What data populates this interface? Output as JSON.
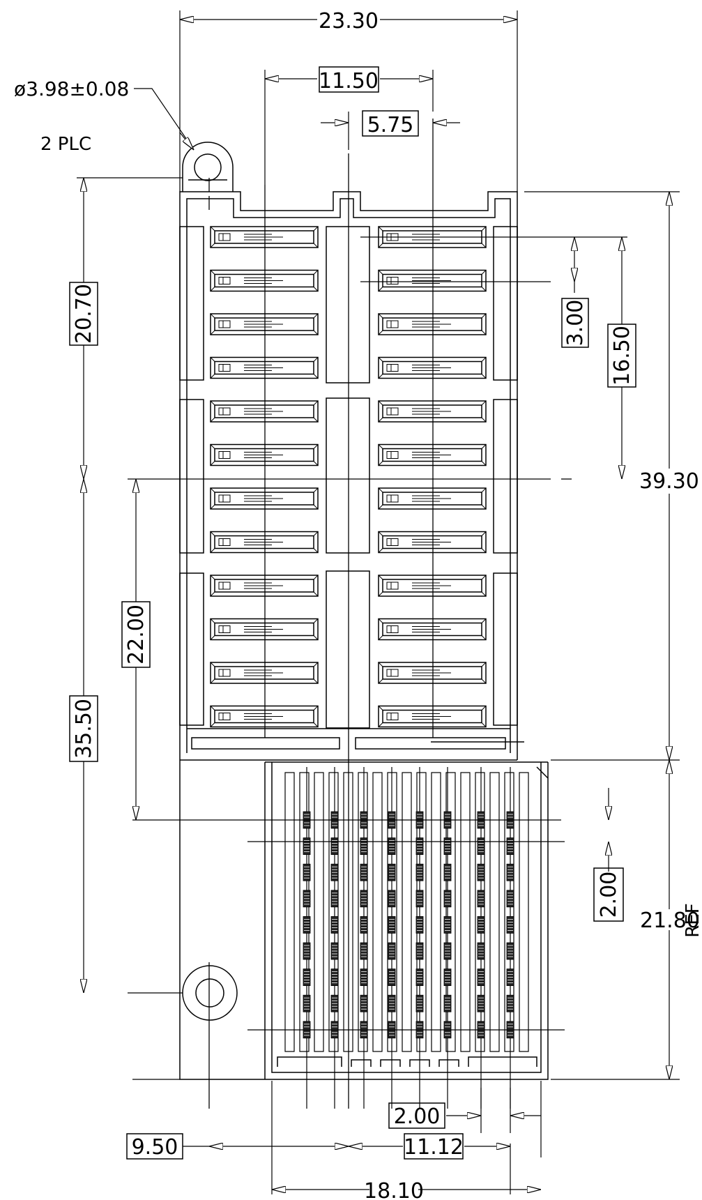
{
  "dimensions": {
    "overall_width": "23.30",
    "slot_span": "11.50",
    "half_span": "5.75",
    "hole_diameter": "ø3.98±0.08",
    "hole_count": "2 PLC",
    "top_offset": "20.70",
    "pitch_top": "3.00",
    "rows_span": "16.50",
    "overall_height": "39.30",
    "mid_to_row": "22.00",
    "hole_to_hole": "35.50",
    "pitch_bottom": "2.00",
    "bottom_height": "21.80",
    "ref": "REF",
    "pin_offset": "2.00",
    "hole_offset": "9.50",
    "pin_span": "11.12",
    "bottom_width": "18.10"
  }
}
